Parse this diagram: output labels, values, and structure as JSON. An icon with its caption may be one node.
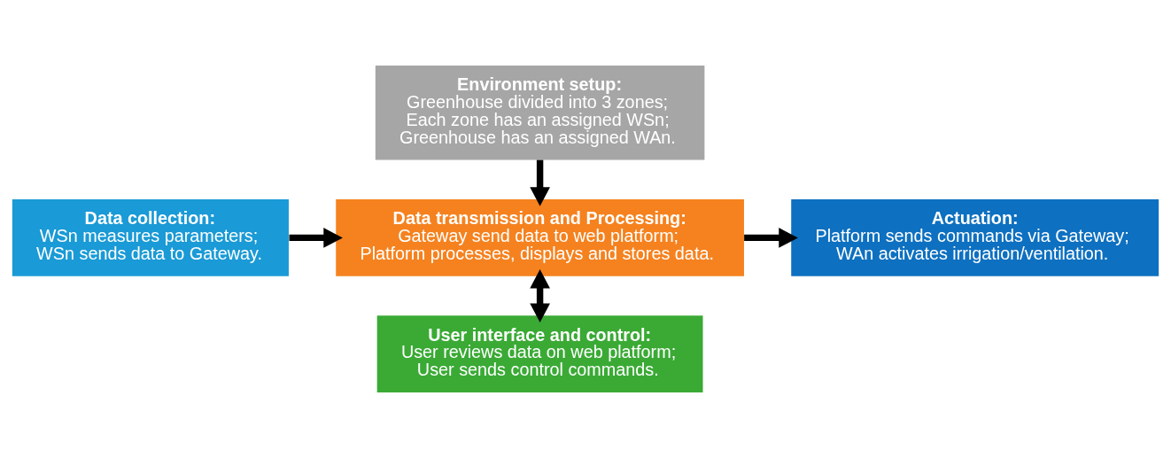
{
  "diagram": {
    "nodes": [
      {
        "text": [
          "Environment setup:",
          "Greenhouse divided into 3 zones; Each zone has an assigned WSn; Greenhouse has an assigned WAn."
        ]
      },
      {
        "text": [
          "Data collection:",
          "WSn measures parameters; WSn sends data to Gateway."
        ]
      },
      {
        "text": [
          "Data transmission and Processing:",
          "Gateway send data to web platform; Platform processes, displays and stores data."
        ]
      },
      {
        "text": [
          "Actuation:",
          "Platform sends commands via Gateway; WAn activates irrigation/ventilation."
        ]
      },
      {
        "text": [
          "User interface and control:",
          "User reviews data on web platform; User sends control commands."
        ]
      }
    ],
    "edges": [
      {
        "from": 0,
        "to": 2,
        "arrow": "to"
      },
      {
        "from": 1,
        "to": 2,
        "arrow": "to"
      },
      {
        "from": 2,
        "to": 3,
        "arrow": "to"
      },
      {
        "from": 2,
        "to": 4,
        "arrow": "both"
      }
    ]
  }
}
